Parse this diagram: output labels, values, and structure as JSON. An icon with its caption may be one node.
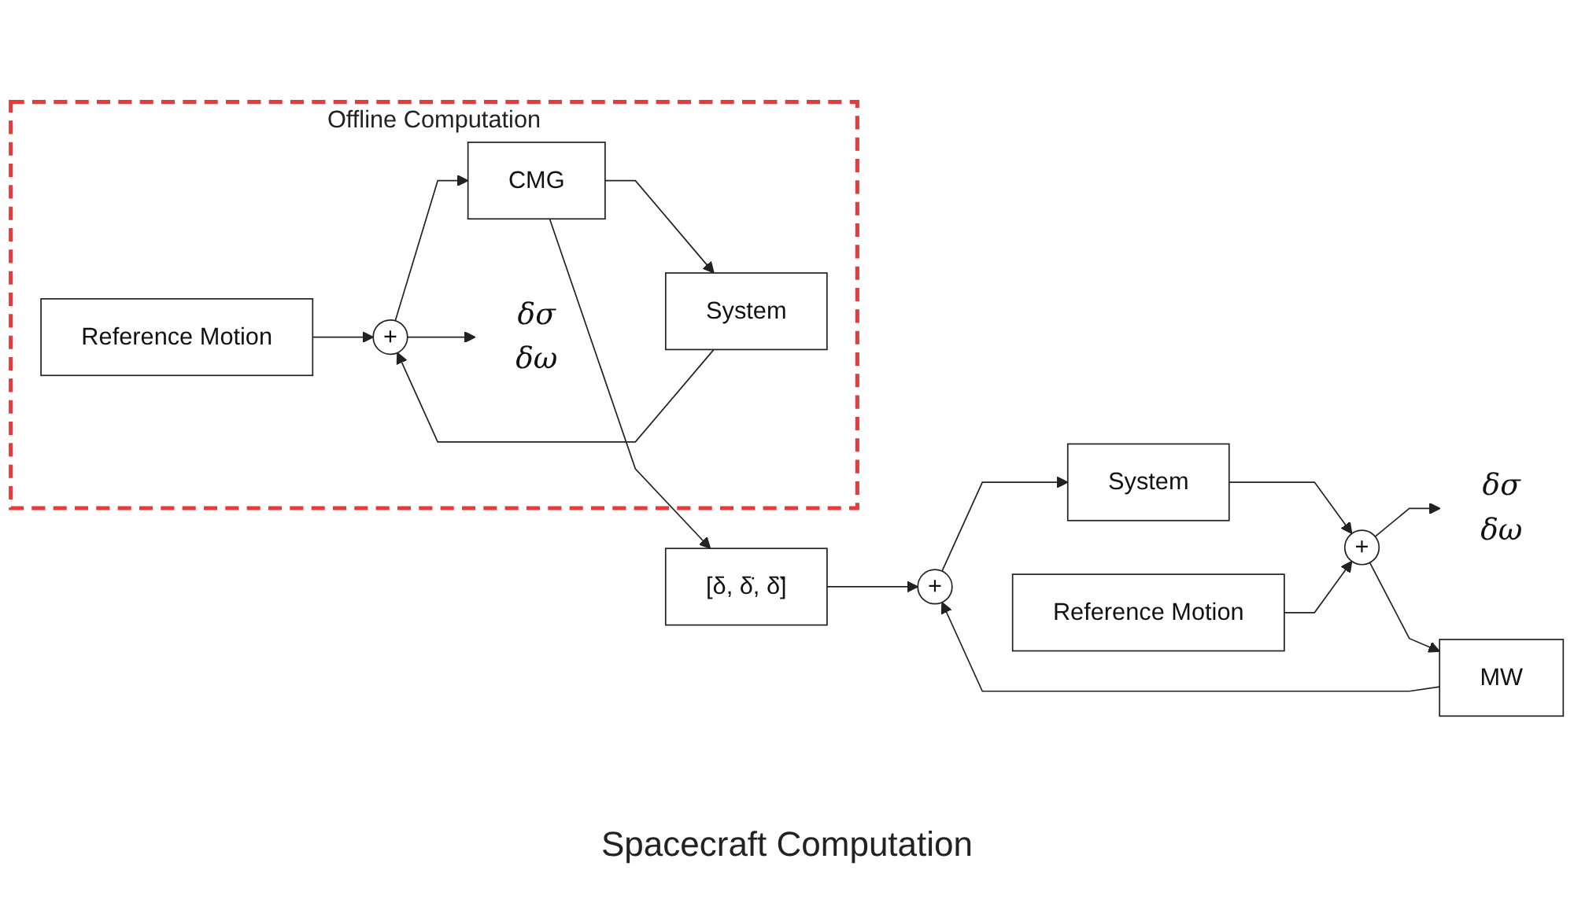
{
  "diagram": {
    "nodes": [
      {
        "text": [
          "Offline Computation"
        ]
      },
      {
        "text": [
          "Reference Motion"
        ],
        "in": 0
      },
      {
        "text": [
          "System"
        ],
        "in": 0
      },
      {
        "text": [
          "+"
        ],
        "in": 0
      },
      {
        "text": [
          "CMG"
        ],
        "in": 0
      },
      {
        "text": [
          "δσ",
          "δω"
        ],
        "in": 0
      },
      {
        "text": [
          "[δ, δ̇, δ̈]"
        ]
      },
      {
        "text": [
          "+"
        ]
      },
      {
        "text": [
          "System"
        ]
      },
      {
        "text": [
          "Reference Motion"
        ]
      },
      {
        "text": [
          "+"
        ]
      },
      {
        "text": [
          "MW"
        ]
      },
      {
        "text": [
          "δσ",
          "δω"
        ]
      }
    ],
    "edges": [
      {
        "from": 1,
        "to": 3,
        "arrow": "to"
      },
      {
        "from": 2,
        "to": 3,
        "arrow": "to"
      },
      {
        "from": 3,
        "to": 5,
        "arrow": "to"
      },
      {
        "from": 3,
        "to": 4,
        "arrow": "to"
      },
      {
        "from": 4,
        "to": 2,
        "arrow": "to"
      },
      {
        "from": 4,
        "to": 6,
        "arrow": "to"
      },
      {
        "from": 6,
        "to": 7,
        "arrow": "to"
      },
      {
        "from": 7,
        "to": 8,
        "arrow": "to"
      },
      {
        "from": 8,
        "to": 10,
        "arrow": "to"
      },
      {
        "from": 9,
        "to": 10,
        "arrow": "to"
      },
      {
        "from": 10,
        "to": 12,
        "arrow": "to"
      },
      {
        "from": 10,
        "to": 11,
        "arrow": "to"
      },
      {
        "from": 11,
        "to": 7,
        "arrow": "to"
      }
    ],
    "labels": [
      "Spacecraft Computation"
    ]
  }
}
